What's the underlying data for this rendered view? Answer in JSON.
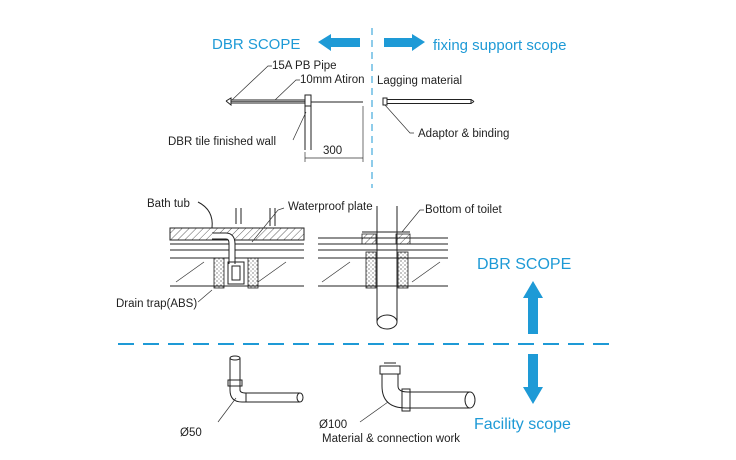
{
  "top": {
    "dbr_scope": "DBR SCOPE",
    "fixing_scope": "fixing support scope",
    "pipe_label": "15A PB Pipe",
    "atiron_label": "10mm Atiron",
    "lagging_label": "Lagging material",
    "tile_wall_label": "DBR tile finished wall",
    "dimension": "300",
    "adaptor_label": "Adaptor & binding"
  },
  "middle": {
    "bath_tub_label": "Bath tub",
    "waterproof_label": "Waterproof plate",
    "toilet_label": "Bottom of toilet",
    "drain_label": "Drain trap(ABS)",
    "dbr_scope": "DBR SCOPE"
  },
  "bottom": {
    "d50_label": "Ø50",
    "d100_label": "Ø100",
    "material_label": "Material & connection work",
    "facility_scope": "Facility scope"
  },
  "colors": {
    "accent": "#1e9ad6",
    "line": "#222222"
  }
}
